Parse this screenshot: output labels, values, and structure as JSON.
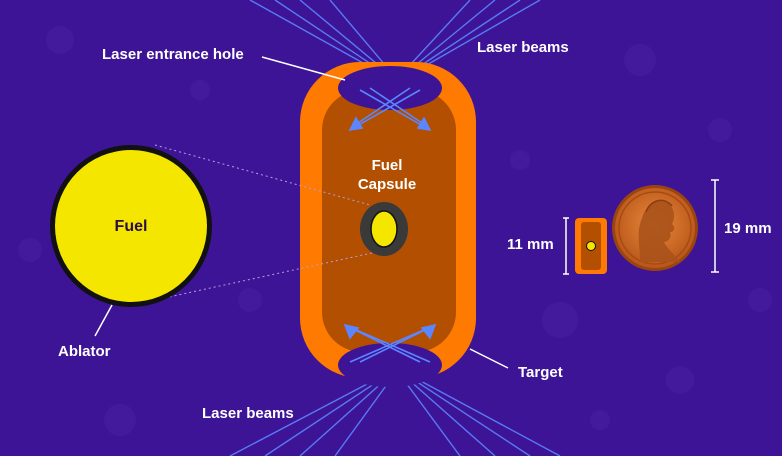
{
  "labels": {
    "laser_entrance_hole": "Laser entrance hole",
    "laser_beams_top": "Laser beams",
    "fuel_capsule_line1": "Fuel",
    "fuel_capsule_line2": "Capsule",
    "fuel": "Fuel",
    "ablator": "Ablator",
    "target": "Target",
    "laser_beams_bottom": "Laser beams",
    "target_size": "11 mm",
    "penny_size": "19 mm"
  },
  "colors": {
    "background": "#3d1496",
    "target_outer": "#ff7a00",
    "target_inner": "#b34f00",
    "fuel": "#f5e600",
    "ablator": "#111111",
    "laser": "#5b86ff",
    "penny": "#d9741f"
  },
  "icons": [
    "penny-coin-icon"
  ]
}
